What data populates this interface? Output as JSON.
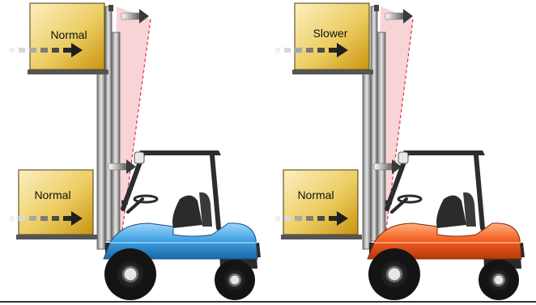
{
  "colors": {
    "box_fill_light": "#f7e7a0",
    "box_fill_dark": "#d8a61c",
    "mast": "#9a9a9a",
    "tilt_zone": "#f5c8cc",
    "tilt_line": "#e0304a",
    "left_truck_body": "#3d9fe0",
    "right_truck_body": "#f25a1e",
    "tire": "#222222"
  },
  "left_forklift": {
    "upper_load_label": "Normal",
    "lower_load_label": "Normal"
  },
  "right_forklift": {
    "upper_load_label": "Slower",
    "lower_load_label": "Normal"
  }
}
